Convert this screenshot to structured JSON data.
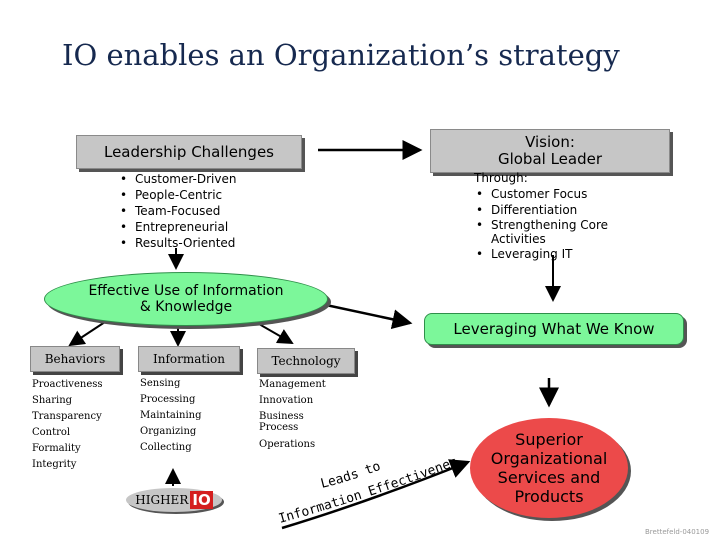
{
  "title": "IO enables an Organization’s strategy",
  "leadership": {
    "label": "Leadership Challenges",
    "items": [
      "Customer-Driven",
      "People-Centric",
      "Team-Focused",
      "Entrepreneurial",
      "Results-Oriented"
    ]
  },
  "vision": {
    "line1": "Vision:",
    "line2": "Global  Leader"
  },
  "through": {
    "heading": "Through:",
    "items": [
      "Customer Focus",
      "Differentiation",
      "Strengthening Core Activities",
      "Leveraging IT"
    ]
  },
  "effective_use": {
    "line1": "Effective Use of Information",
    "line2": "& Knowledge"
  },
  "leveraging": {
    "label": "Leveraging What We Know"
  },
  "behaviors": {
    "header": "Behaviors",
    "items": [
      "Proactiveness",
      "Sharing",
      "Transparency",
      "Control",
      "Formality",
      "Integrity"
    ]
  },
  "information": {
    "header": "Information",
    "items": [
      "Sensing",
      "Processing",
      "Maintaining",
      "Organizing",
      "Collecting"
    ]
  },
  "technology": {
    "header": "Technology",
    "items": [
      "Management",
      "Innovation",
      "Business Process",
      "Operations"
    ]
  },
  "superior": {
    "line1": "Superior",
    "line2": "Organizational",
    "line3": "Services and",
    "line4": "Products"
  },
  "higher": {
    "label": "HIGHER",
    "badge": "IO"
  },
  "curve": {
    "leads_to": "Leads to",
    "info_effectiveness": "Information Effectiveness"
  },
  "credit": "Brettefeld-040109",
  "colors": {
    "green": "#7cf79a",
    "red": "#ec4a4a",
    "gray": "#c6c6c6",
    "title": "#16294f"
  }
}
